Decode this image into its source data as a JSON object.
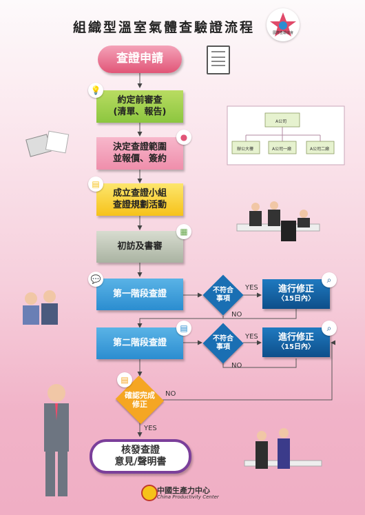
{
  "title": "組織型溫室氣體查驗證流程",
  "logo_text": "國際查驗協會",
  "steps": {
    "apply": "查證申請",
    "prereview_1": "約定前審查",
    "prereview_2": "(清單、報告)",
    "scope_1": "決定查證範圍",
    "scope_2": "並報價、簽約",
    "team_1": "成立查證小組",
    "team_2": "查證規劃活動",
    "visit": "初訪及書審",
    "stage1": "第一階段查證",
    "stage2": "第二階段查證",
    "confirm_1": "確認完成",
    "confirm_2": "修正",
    "final_1": "核發查證",
    "final_2": "意見/聲明書"
  },
  "decision": {
    "line1": "不符合",
    "line2": "事項"
  },
  "correct": {
    "line1": "進行修正",
    "line2": "〈15日內〉"
  },
  "labels": {
    "yes": "YES",
    "no": "NO"
  },
  "org_chart": {
    "top": "A公司",
    "left": "辦公大樓",
    "mid": "A公司一廠",
    "right": "A公司二廠"
  },
  "footer": {
    "cn": "中國生產力中心",
    "en": "China Productivity Center"
  },
  "icons": [
    "clipboard-icon",
    "lightbulb-icon",
    "people-icon",
    "document-icon",
    "chat-icon",
    "search-icon",
    "calculator-icon"
  ],
  "colors": {
    "pink": "#e15577",
    "green": "#8cc63f",
    "yellow": "#f6c21a",
    "blue": "#2b8dd0",
    "navy": "#0e4f8a",
    "purple": "#7b3f9a",
    "diamond_blue": "#1a6fb3",
    "diamond_orange": "#f5a623"
  }
}
